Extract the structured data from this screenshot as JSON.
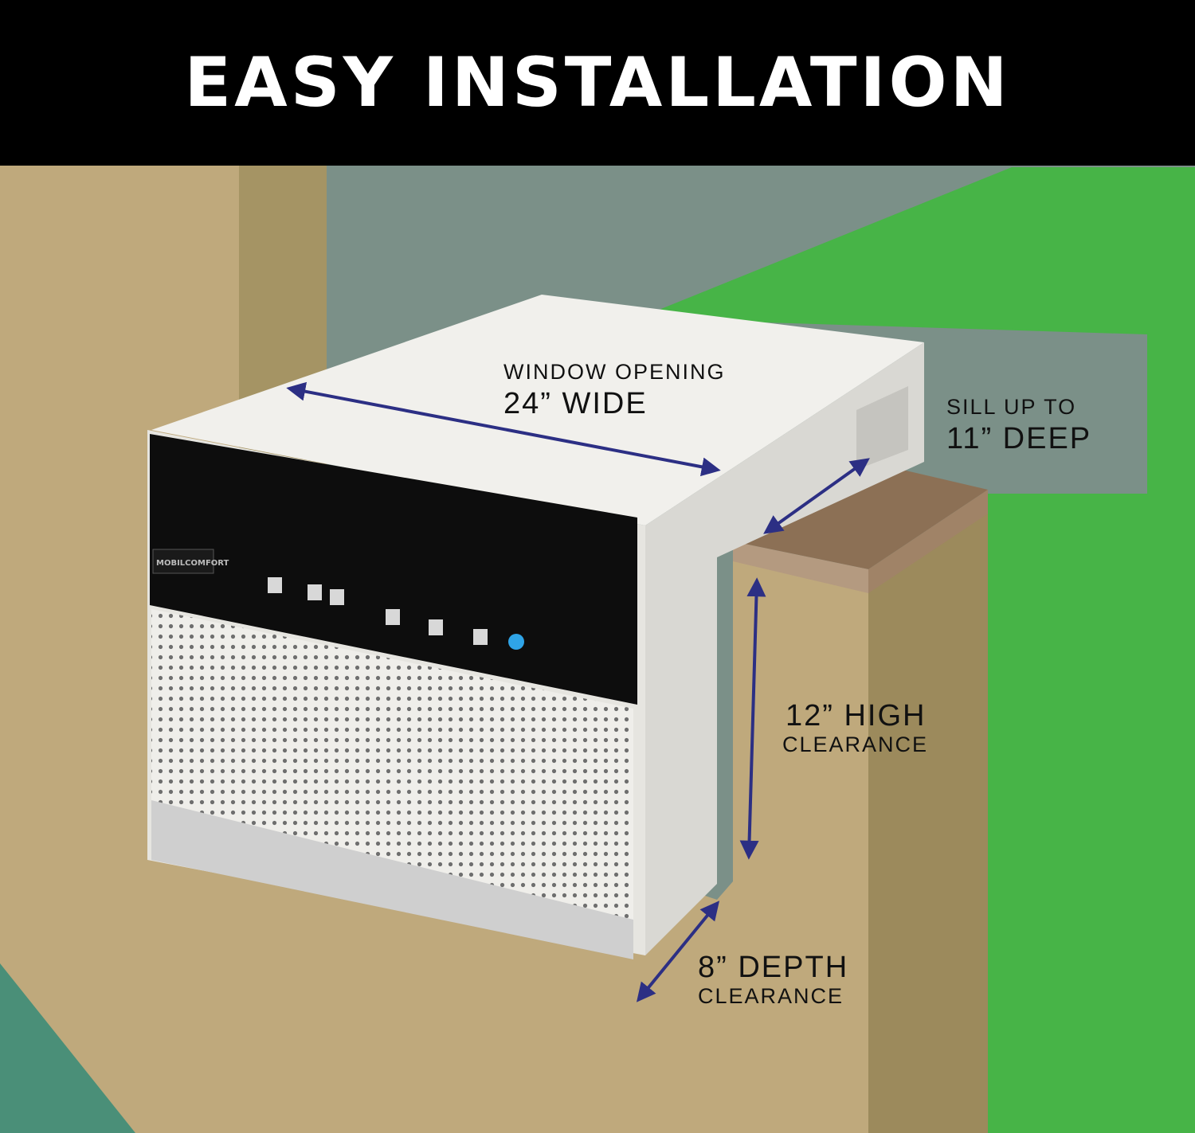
{
  "header": {
    "title": "EASY INSTALLATION"
  },
  "unit": {
    "brand": "MOBILCOMFORT"
  },
  "callouts": {
    "width": {
      "line1": "WINDOW OPENING",
      "line2": "24” WIDE"
    },
    "sill": {
      "line1": "SILL UP TO",
      "line2": "11” DEEP"
    },
    "height": {
      "line1": "12” HIGH",
      "line2": "CLEARANCE"
    },
    "depth": {
      "line1": "8” DEPTH",
      "line2": "CLEARANCE"
    }
  },
  "colors": {
    "header_bg": "#000000",
    "title_text": "#ffffff",
    "wall_tan": "#bfa97c",
    "wall_shadow": "#9c8a5c",
    "sky_gray": "#7b9088",
    "grass_green": "#47b447",
    "sill_brown": "#8c7055",
    "arrow_blue": "#2c2f84",
    "unit_white": "#f1f0ec",
    "panel_black": "#0d0d0d"
  }
}
